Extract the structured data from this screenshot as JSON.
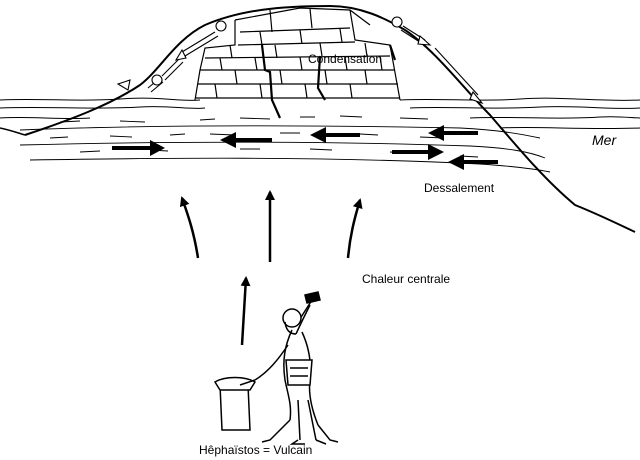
{
  "labels": {
    "condensation": "Condensation",
    "sea": "Mer",
    "desalination": "Dessalement",
    "central_heat": "Chaleur centrale",
    "god": "Hêphaïstos = Vulcain"
  }
}
